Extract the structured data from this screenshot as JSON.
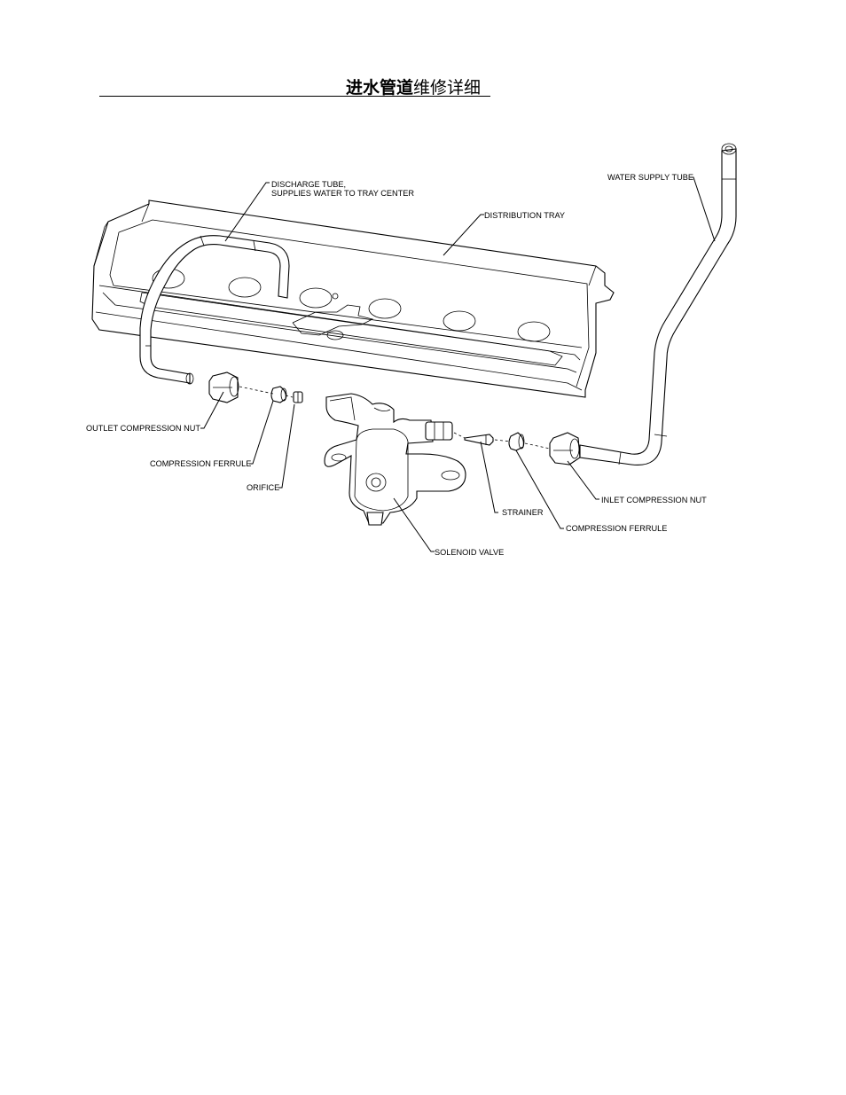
{
  "heading": {
    "bold": "进水管道",
    "rest": "维修详细"
  },
  "labels": {
    "discharge_tube_1": "DISCHARGE TUBE,",
    "discharge_tube_2": "SUPPLIES WATER TO TRAY CENTER",
    "distribution_tray": "DISTRIBUTION TRAY",
    "water_supply_tube": "WATER SUPPLY TUBE",
    "outlet_compression_nut": "OUTLET COMPRESSION NUT",
    "compression_ferrule_left": "COMPRESSION FERRULE",
    "orifice": "ORIFICE",
    "strainer": "STRAINER",
    "inlet_compression_nut": "INLET COMPRESSION NUT",
    "compression_ferrule_right": "COMPRESSION FERRULE",
    "solenoid_valve": "SOLENOID VALVE"
  }
}
